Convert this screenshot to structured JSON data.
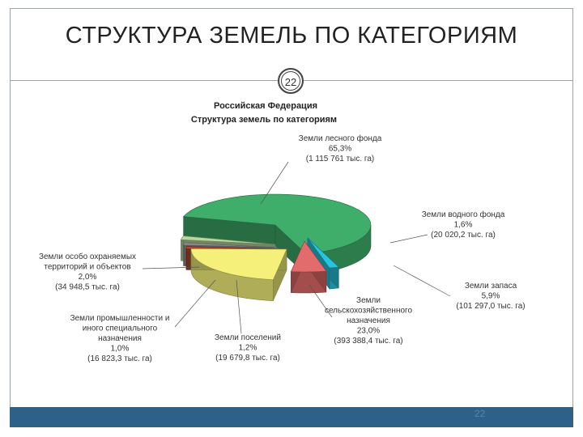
{
  "slide": {
    "title": "СТРУКТУРА ЗЕМЕЛЬ ПО КАТЕГОРИЯМ",
    "page_number": "22",
    "footer_number": "22"
  },
  "colors": {
    "frame": "#9aa3ad",
    "footer": "#2d6187"
  },
  "chart_data": {
    "type": "pie",
    "title": "Российская Федерация",
    "subtitle": "Структура земель  по категориям",
    "unit": "тыс. га",
    "categories": [
      "Земли лесного фонда",
      "Земли водного фонда",
      "Земли запаса",
      "Земли сельскохозяйственного назначения",
      "Земли поселений",
      "Земли промышленности и иного специального назначения",
      "Земли особо охраняемых территорий и объектов"
    ],
    "values": [
      65.3,
      1.6,
      5.9,
      23.0,
      1.2,
      1.0,
      2.0
    ],
    "absolute_values": [
      1115761.0,
      20020.2,
      101297.0,
      393388.4,
      19679.8,
      16823.3,
      34948.5
    ],
    "colors": [
      "#3fae6a",
      "#27c5dc",
      "#e36b6b",
      "#f4f07a",
      "#b04a2a",
      "#9a9a9a",
      "#b8d89c"
    ],
    "labels": [
      {
        "name": "Земли лесного фонда",
        "percent": "65,3%",
        "amount": "(1 115 761 тыс. га)"
      },
      {
        "name": "Земли водного фонда",
        "percent": "1,6%",
        "amount": "(20 020,2 тыс. га)"
      },
      {
        "name": "Земли запаса",
        "percent": "5,9%",
        "amount": "(101 297,0 тыс. га)"
      },
      {
        "name": "Земли\nсельскохозяйственного\nназначения",
        "percent": "23,0%",
        "amount": "(393 388,4 тыс. га)"
      },
      {
        "name": "Земли поселений",
        "percent": "1,2%",
        "amount": "(19 679,8 тыс. га)"
      },
      {
        "name": "Земли промышленности и\nиного специального\nназначения",
        "percent": "1,0%",
        "amount": "(16 823,3 тыс. га)"
      },
      {
        "name": "Земли особо охраняемых\nтерриторий и объектов",
        "percent": "2,0%",
        "amount": "(34 948,5 тыс. га)"
      }
    ]
  }
}
